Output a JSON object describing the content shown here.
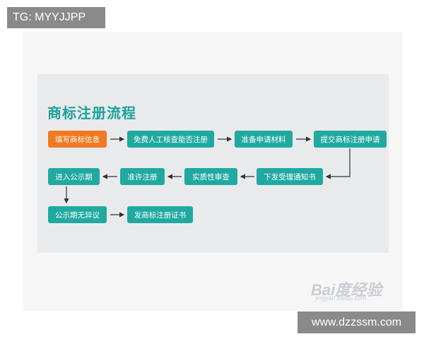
{
  "watermark_tag": "TG: MYYJJPP",
  "watermark_site": "www.dzzssm.com",
  "watermark_baidu": "Bai度经验",
  "watermark_baidu_sub": "jingyan.baidu.com",
  "diagram": {
    "title": "商标注册流程",
    "steps": [
      {
        "label": "填写商标信息",
        "highlight": true
      },
      {
        "label": "免费人工核查能否注册"
      },
      {
        "label": "准备申请材料"
      },
      {
        "label": "提交商标注册申请"
      },
      {
        "label": "下发受理通知书"
      },
      {
        "label": "实质性审查"
      },
      {
        "label": "准许注册"
      },
      {
        "label": "进入公示期"
      },
      {
        "label": "公示期无异议"
      },
      {
        "label": "发商标注册证书"
      }
    ]
  },
  "colors": {
    "step": "#20a9a0",
    "highlight": "#f07a22",
    "title": "#1aa29c",
    "arrow": "#333333"
  }
}
